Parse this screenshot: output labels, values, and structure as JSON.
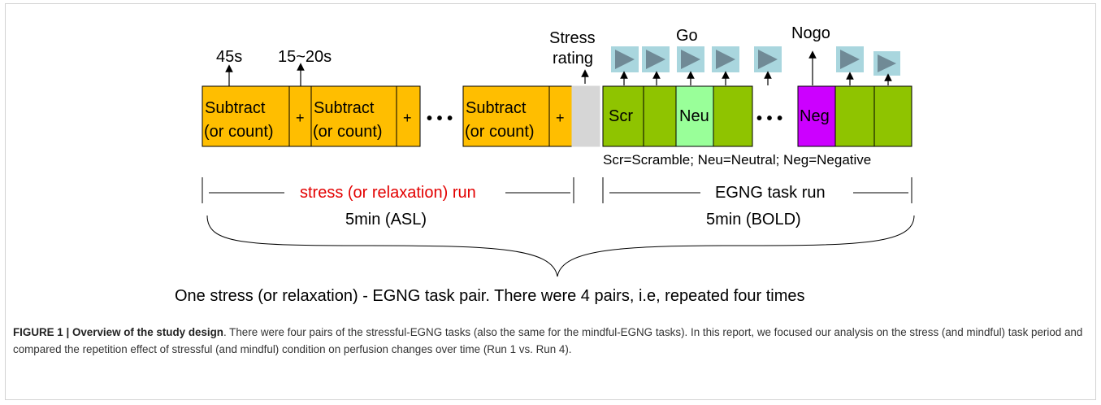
{
  "timeline": {
    "t45": "45s",
    "t15": "15~20s",
    "stress_rating": [
      "Stress",
      "rating"
    ],
    "go": "Go",
    "nogo": "Nogo"
  },
  "stress_blocks": {
    "subtract": "Subtract",
    "count": "(or count)",
    "plus": "+",
    "dots": "• • •"
  },
  "egng_blocks": {
    "scr": "Scr",
    "neu": "Neu",
    "neg": "Neg",
    "dots": "• • •",
    "legend": "Scr=Scramble; Neu=Neutral; Neg=Negative"
  },
  "runs": {
    "stress_run": "stress (or relaxation) run",
    "egng_run": "EGNG  task run",
    "asl": "5min (ASL)",
    "bold": "5min (BOLD)"
  },
  "pair_text": "One stress (or relaxation) - EGNG task pair. There were 4 pairs, i.e, repeated four times",
  "caption": {
    "label": "FIGURE 1 | Overview of the study design",
    "text": ". There were four pairs of the stressful-EGNG tasks (also the same for the mindful-EGNG tasks). In this report, we focused our analysis on the stress (and mindful) task period and compared the repetition effect of stressful (and mindful) condition on perfusion changes over time (Run 1 vs. Run 4)."
  },
  "colors": {
    "orange": "#FFBE00",
    "green": "#8FC400",
    "light_green": "#99FF99",
    "purple": "#CC00FF",
    "grey": "#D6D6D6",
    "play_bg": "#A9D6DE",
    "play_tri": "#708A96",
    "red_text": "#E30000"
  }
}
